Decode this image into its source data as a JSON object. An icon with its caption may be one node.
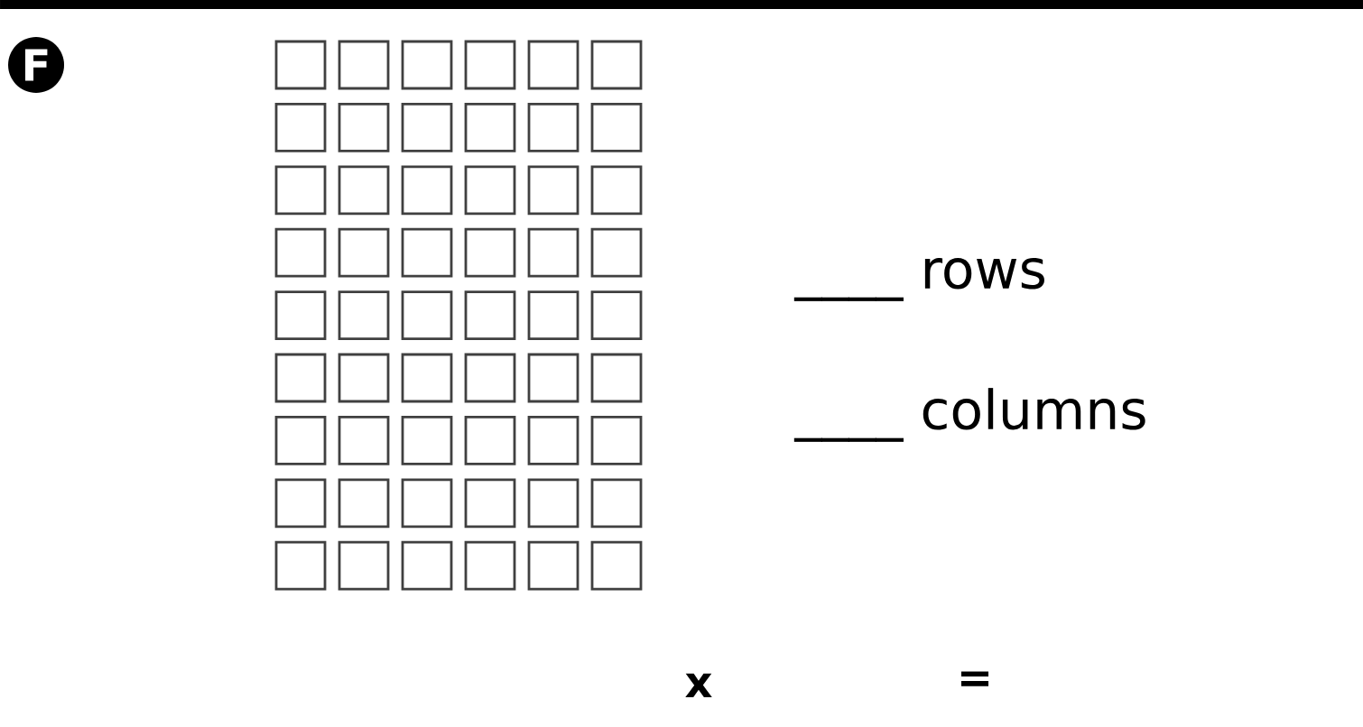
{
  "diagram": {
    "nodes": [
      {
        "text": [
          "F"
        ]
      }
    ],
    "labels": [
      "____ rows",
      "____ columns",
      "x",
      "="
    ]
  }
}
